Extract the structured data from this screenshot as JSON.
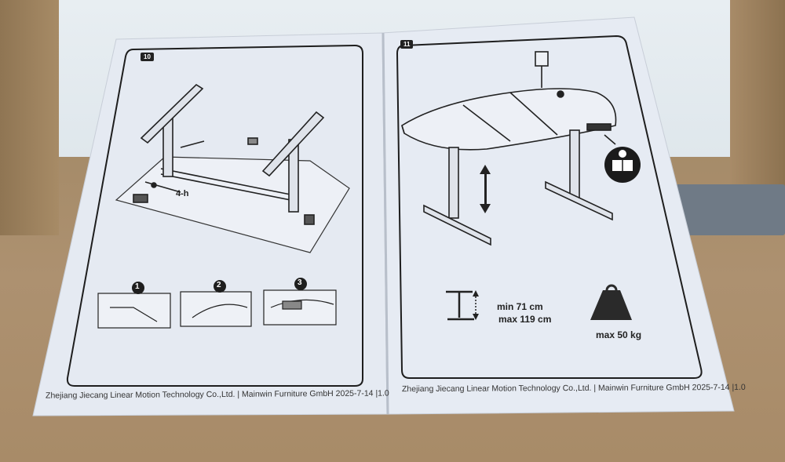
{
  "left_page": {
    "page_number": "10",
    "step_label": "4-h",
    "steps": [
      "1",
      "2",
      "3"
    ],
    "footer": "Zhejiang Jiecang Linear Motion Technology Co.,Ltd. | Mainwin Furniture GmbH 2025-7-14 |1.0"
  },
  "right_page": {
    "page_number": "11",
    "height_min": "min 71 cm",
    "height_max": "max 119 cm",
    "max_load": "max 50 kg",
    "footer": "Zhejiang Jiecang Linear Motion Technology Co.,Ltd. | Mainwin Furniture GmbH 2025-7-14 |1.0"
  },
  "colors": {
    "paper": "#e6ebf2",
    "ink": "#222222",
    "cardboard": "#a78a66"
  },
  "icons": [
    "manual-reading-icon",
    "weight-icon",
    "height-range-icon",
    "up-down-arrow-icon"
  ]
}
